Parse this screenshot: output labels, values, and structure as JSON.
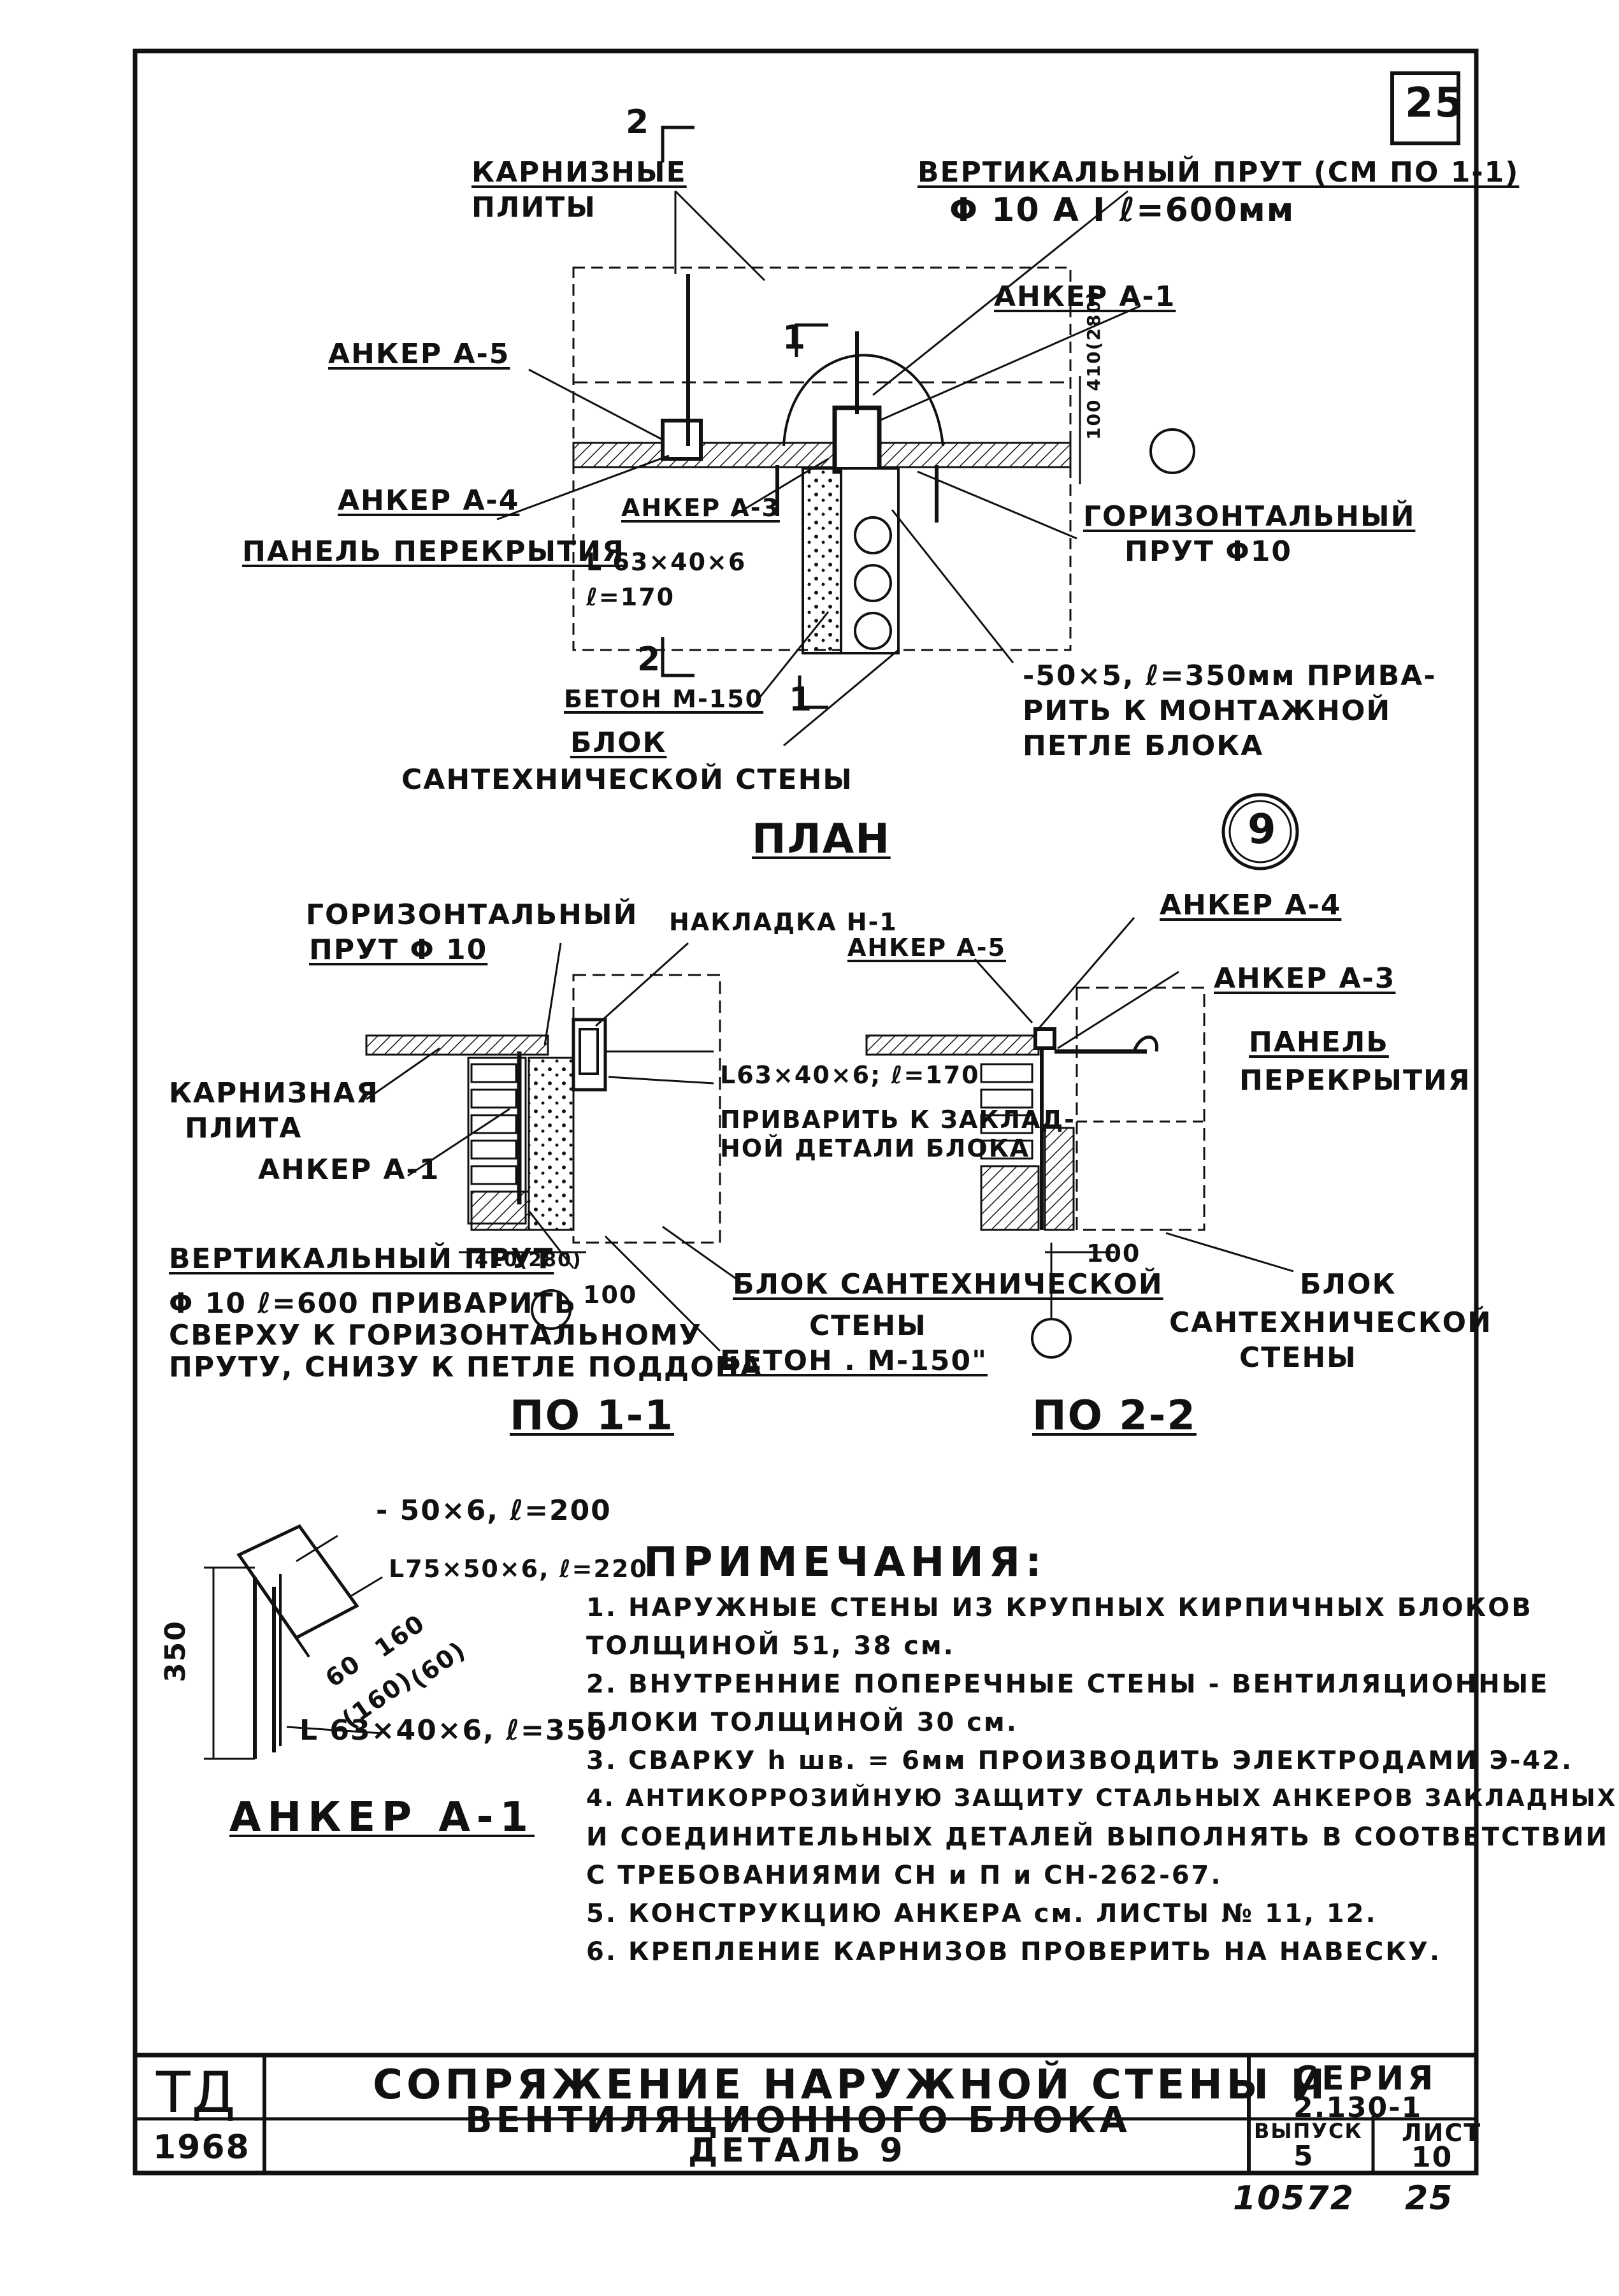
{
  "sheet": {
    "number_box": "25",
    "plan": {
      "label_2": "2",
      "cornice_slabs_1": "КАРНИЗНЫЕ",
      "cornice_slabs_2": "ПЛИТЫ",
      "vert_rod_1": "ВЕРТИКАЛЬНЫЙ ПРУТ (СМ ПО 1-1)",
      "vert_rod_2": "Φ 10 A I ℓ=600мм",
      "anchor_a1": "АНКЕР А-1",
      "anchor_a5": "АНКЕР А-5",
      "label_1": "1",
      "dim_vertical": "100 410(280)",
      "anchor_a4": "АНКЕР А-4",
      "anchor_a3": "АНКЕР А-3",
      "floor_panel": "ПАНЕЛЬ ПЕРЕКРЫТИЯ",
      "angle_1": "L 63×40×6",
      "angle_2": "ℓ=170",
      "horiz_rod_1": "ГОРИЗОНТАЛЬНЫЙ",
      "horiz_rod_2": "ПРУТ Φ10",
      "label_2b": "2",
      "label_1b": "1",
      "concrete": "БЕТОН М-150",
      "strip_1": "-50×5, ℓ=350мм ПРИВА-",
      "strip_2": "РИТЬ К МОНТАЖНОЙ",
      "strip_3": "ПЕТЛЕ БЛОКА",
      "block_1": "БЛОК",
      "block_2": "САНТЕХНИЧЕСКОЙ СТЕНЫ",
      "title": "ПЛАН",
      "circle_9": "9"
    },
    "section_1": {
      "horiz_rod_1": "ГОРИЗОНТАЛЬНЫЙ",
      "horiz_rod_2": "ПРУТ Φ 10",
      "overlay": "НАКЛАДКА Н-1",
      "cornice_1": "КАРНИЗНАЯ",
      "cornice_2": "ПЛИТА",
      "anchor_a1": "АНКЕР А-1",
      "angle": "L63×40×6; ℓ=170",
      "weld_1": "ПРИВАРИТЬ К ЗАКЛАД-",
      "weld_2": "НОЙ ДЕТАЛИ БЛОКА",
      "vrod_1": "ВЕРТИКАЛЬНЫЙ ПРУТ",
      "vrod_2": "Φ 10  ℓ=600 ПРИВАРИТЬ",
      "vrod_3": "СВЕРХУ К ГОРИЗОНТАЛЬНОМУ",
      "vrod_4": "ПРУТУ, СНИЗУ К ПЕТЛЕ ПОДДОНА",
      "dim_410": "410(280)",
      "dim_100": "100",
      "block_1": "БЛОК САНТЕХНИЧЕСКОЙ",
      "block_2": "СТЕНЫ",
      "concrete": "БЕТОН . М-150\"",
      "title": "ПО  1-1"
    },
    "section_2": {
      "anchor_a4": "АНКЕР А-4",
      "anchor_a5": "АНКЕР А-5",
      "anchor_a3": "АНКЕР А-3",
      "panel_1": "ПАНЕЛЬ",
      "panel_2": "ПЕРЕКРЫТИЯ",
      "dim_100": "100",
      "block_1": "БЛОК",
      "block_2": "САНТЕХНИЧЕСКОЙ",
      "block_3": "СТЕНЫ",
      "title": "ПО  2-2"
    },
    "anchor_detail": {
      "strip": "- 50×6,  ℓ=200",
      "angle_top": "L75×50×6, ℓ=220",
      "dim_350": "350",
      "dim_60": "60",
      "dim_160": "160",
      "dim_160b": "(160)",
      "dim_60b": "(60)",
      "angle_bottom": "L 63×40×6,  ℓ=350",
      "title": "АНКЕР  А-1"
    },
    "notes": {
      "heading": "ПРИМЕЧАНИЯ:",
      "lines": [
        "1. НАРУЖНЫЕ СТЕНЫ ИЗ КРУПНЫХ КИРПИЧНЫХ БЛОКОВ",
        "ТОЛЩИНОЙ 51, 38 см.",
        "2. ВНУТРЕННИЕ ПОПЕРЕЧНЫЕ СТЕНЫ - ВЕНТИЛЯЦИОННЫЕ",
        "БЛОКИ ТОЛЩИНОЙ  30 см.",
        "3. СВАРКУ  h шв. = 6мм ПРОИЗВОДИТЬ ЭЛЕКТРОДАМИ Э-42.",
        "4. АНТИКОРРОЗИЙНУЮ ЗАЩИТУ СТАЛЬНЫХ АНКЕРОВ ЗАКЛАДНЫХ",
        "И СОЕДИНИТЕЛЬНЫХ ДЕТАЛЕЙ ВЫПОЛНЯТЬ В СООТВЕТСТВИИ",
        "С ТРЕБОВАНИЯМИ СН и П  и СН-262-67.",
        "5. КОНСТРУКЦИЮ АНКЕРА  см. ЛИСТЫ  № 11, 12.",
        "6. КРЕПЛЕНИЕ КАРНИЗОВ ПРОВЕРИТЬ НА НАВЕСКУ."
      ]
    },
    "title_block": {
      "org": "ТД",
      "year": "1968",
      "title_1": "СОПРЯЖЕНИЕ  НАРУЖНОЙ  СТЕНЫ  И",
      "title_2": "ВЕНТИЛЯЦИОННОГО   БЛОКА",
      "subtitle": "ДЕТАЛЬ 9",
      "series_label": "СЕРИЯ",
      "series_value": "2.130-1",
      "issue_label": "ВЫПУСК",
      "issue_value": "5",
      "sheet_label": "ЛИСТ",
      "sheet_value": "10"
    },
    "footer": {
      "doc_number": "10572",
      "page": "25"
    }
  }
}
